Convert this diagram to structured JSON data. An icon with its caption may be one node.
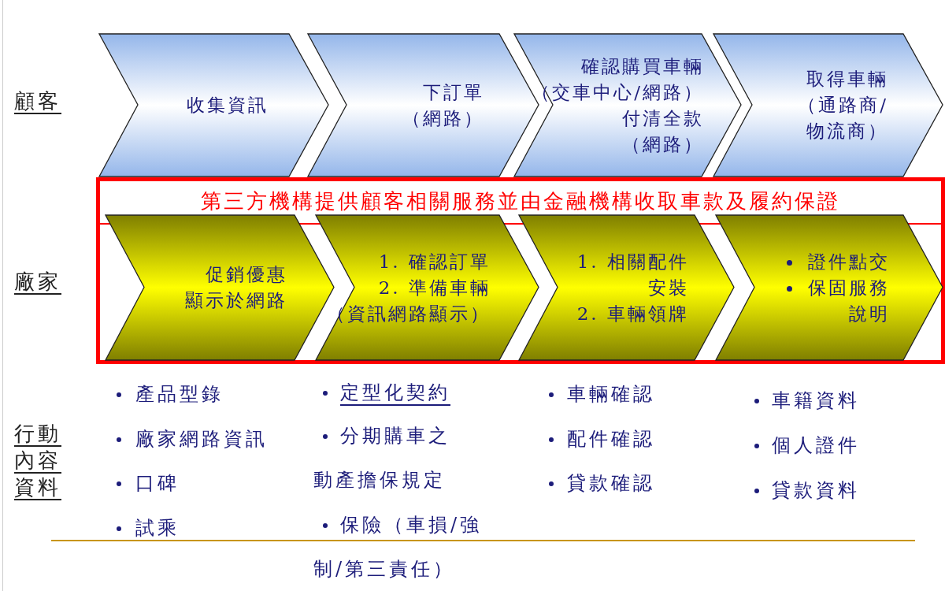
{
  "diagram": {
    "nodes": [
      {
        "text": [
          "收集資訊"
        ]
      },
      {
        "text": [
          "下訂單（網路）"
        ]
      },
      {
        "text": [
          "確認購買車輛（交車中心/網路）付清全款（網路）"
        ]
      },
      {
        "text": [
          "取得車輛（通路商/物流商）"
        ]
      },
      {
        "text": [
          "第三方機構提供顧客相關服務並由金融機構收取車款及履約保證"
        ]
      },
      {
        "text": [
          "促銷優惠顯示於網路"
        ],
        "in": 4
      },
      {
        "text": [
          "1. 確認訂單",
          "2. 準備車輛（資訊網路顯示）"
        ],
        "in": 4
      },
      {
        "text": [
          "1. 相關配件安裝",
          "2. 車輛領牌"
        ],
        "in": 4
      },
      {
        "text": [
          "證件點交",
          "保固服務說明"
        ],
        "in": 4
      }
    ],
    "edges": [],
    "labels": [
      "顧客",
      "廠家",
      "行動內容資料",
      "產品型錄",
      "定型化契約",
      "車輛確認",
      "車籍資料",
      "廠家網路資訊",
      "分期購車之動產擔保規定",
      "配件確認",
      "個人證件",
      "口碑",
      "貸款確認",
      "貸款資料",
      "試乘",
      "保險（車損/強制/第三責任）"
    ]
  }
}
